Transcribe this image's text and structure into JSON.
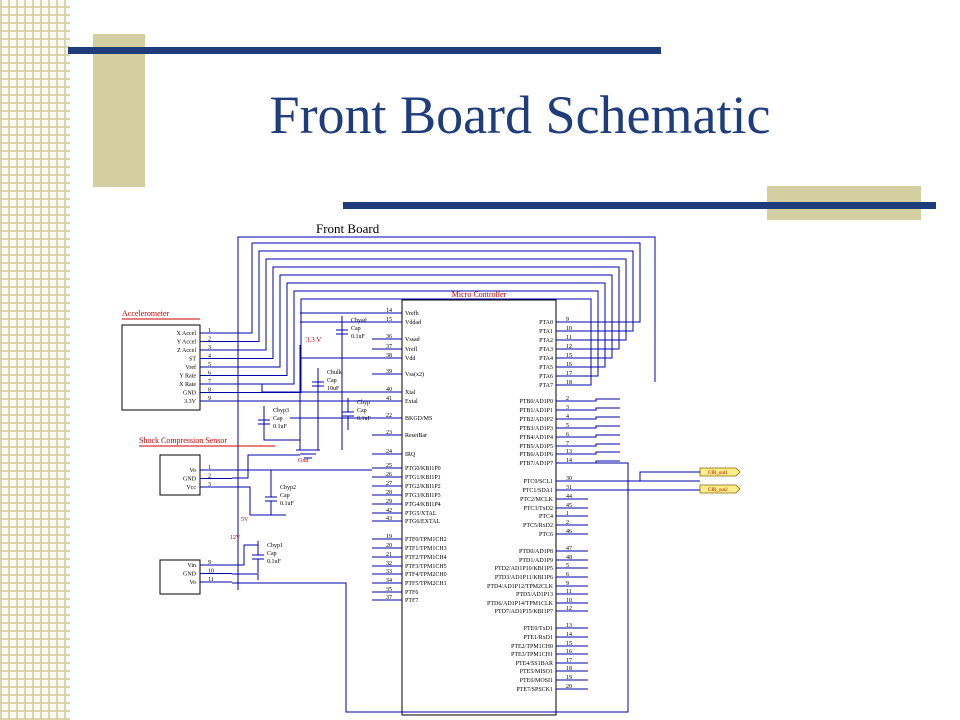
{
  "slide": {
    "title": "Front Board Schematic"
  },
  "schematic": {
    "board_label": "Front Board",
    "mcu": {
      "title": "Micro Controller",
      "left_pins": [
        {
          "name": "Vrefh",
          "num": "14"
        },
        {
          "name": "Vddad",
          "num": "15"
        },
        {
          "name": "Vssad",
          "num": "36"
        },
        {
          "name": "Vrefl",
          "num": "37"
        },
        {
          "name": "Vdd",
          "num": "38"
        },
        {
          "name": "Vss(x2)",
          "num": "39"
        },
        {
          "name": "Xtal",
          "num": "40"
        },
        {
          "name": "Extal",
          "num": "41"
        },
        {
          "name": "BKGD/MS",
          "num": "22"
        },
        {
          "name": "ResetBar",
          "num": "23"
        },
        {
          "name": "IRQ",
          "num": "24"
        },
        {
          "name": "PTG0/KBI1P0",
          "num": "25"
        },
        {
          "name": "PTG1/KBI1P1",
          "num": "26"
        },
        {
          "name": "PTG2/KBI1P2",
          "num": "27"
        },
        {
          "name": "PTG3/KBI1P3",
          "num": "28"
        },
        {
          "name": "PTG4/KBI1P4",
          "num": "29"
        },
        {
          "name": "PTG5/XTAL",
          "num": "42"
        },
        {
          "name": "PTG6/EXTAL",
          "num": "43"
        },
        {
          "name": "PTF0/TPM1CH2",
          "num": "19"
        },
        {
          "name": "PTF1/TPM1CH3",
          "num": "20"
        },
        {
          "name": "PTF2/TPM1CH4",
          "num": "21"
        },
        {
          "name": "PTF3/TPM1CH5",
          "num": "32"
        },
        {
          "name": "PTF4/TPM2CH0",
          "num": "33"
        },
        {
          "name": "PTF5/TPM2CH1",
          "num": "34"
        },
        {
          "name": "PTF6",
          "num": "35"
        },
        {
          "name": "PTF7",
          "num": "37"
        }
      ],
      "right_pins": [
        {
          "name": "PTA0",
          "num": "9"
        },
        {
          "name": "PTA1",
          "num": "10"
        },
        {
          "name": "PTA2",
          "num": "11"
        },
        {
          "name": "PTA3",
          "num": "12"
        },
        {
          "name": "PTA4",
          "num": "15"
        },
        {
          "name": "PTA5",
          "num": "16"
        },
        {
          "name": "PTA6",
          "num": "17"
        },
        {
          "name": "PTA7",
          "num": "18"
        },
        {
          "name": "PTB0/AD1P0",
          "num": "2"
        },
        {
          "name": "PTB1/AD1P1",
          "num": "3"
        },
        {
          "name": "PTB2/AD1P2",
          "num": "4"
        },
        {
          "name": "PTB3/AD1P3",
          "num": "5"
        },
        {
          "name": "PTB4/AD1P4",
          "num": "6"
        },
        {
          "name": "PTB5/AD1P5",
          "num": "7"
        },
        {
          "name": "PTB6/AD1P6",
          "num": "13"
        },
        {
          "name": "PTB7/AD1P7",
          "num": "14"
        },
        {
          "name": "PTC0/SCL1",
          "num": "30"
        },
        {
          "name": "PTC1/SDA1",
          "num": "31"
        },
        {
          "name": "PTC2/MCLK",
          "num": "44"
        },
        {
          "name": "PTC3/TxD2",
          "num": "45"
        },
        {
          "name": "PTC4",
          "num": "1"
        },
        {
          "name": "PTC5/RxD2",
          "num": "2"
        },
        {
          "name": "PTC6",
          "num": "46"
        },
        {
          "name": "PTD0/AD1P8",
          "num": "47"
        },
        {
          "name": "PTD1/AD1P9",
          "num": "48"
        },
        {
          "name": "PTD2/AD1P10/KBI1P5",
          "num": "5"
        },
        {
          "name": "PTD3/AD1P11/KBI1P6",
          "num": "6"
        },
        {
          "name": "PTD4/AD1P12/TPM2CLK",
          "num": "9"
        },
        {
          "name": "PTD5/AD1P13",
          "num": "11"
        },
        {
          "name": "PTD6/AD1P14/TPM1CLK",
          "num": "10"
        },
        {
          "name": "PTD7/AD1P15/KBI1P7",
          "num": "12"
        },
        {
          "name": "PTE0/TxD1",
          "num": "13"
        },
        {
          "name": "PTE1/RxD1",
          "num": "14"
        },
        {
          "name": "PTE2/TPM1CH0",
          "num": "15"
        },
        {
          "name": "PTE3/TPM1CH1",
          "num": "16"
        },
        {
          "name": "PTE4/SS1BAR",
          "num": "17"
        },
        {
          "name": "PTE5/MISO1",
          "num": "18"
        },
        {
          "name": "PTE6/MOSI1",
          "num": "19"
        },
        {
          "name": "PTE7/SPSCK1",
          "num": "20"
        }
      ]
    },
    "accelerometer": {
      "title": "Accelerometer",
      "pins": [
        {
          "name": "X Accel",
          "num": "1"
        },
        {
          "name": "Y Accel",
          "num": "2"
        },
        {
          "name": "Z Accel",
          "num": "3"
        },
        {
          "name": "ST",
          "num": "4"
        },
        {
          "name": "Vref",
          "num": "5"
        },
        {
          "name": "Y Rate",
          "num": "6"
        },
        {
          "name": "X Rate",
          "num": "7"
        },
        {
          "name": "GND",
          "num": "8"
        },
        {
          "name": "3.3V",
          "num": "9"
        }
      ]
    },
    "shock_sensor": {
      "title": "Shock Compression Sensor",
      "pins": [
        {
          "name": "Vo",
          "num": "1"
        },
        {
          "name": "GND",
          "num": "2"
        },
        {
          "name": "Vcc",
          "num": "3"
        }
      ]
    },
    "regulator": {
      "pins": [
        {
          "name": "Vin",
          "num": "9"
        },
        {
          "name": "GND",
          "num": "10"
        },
        {
          "name": "Vo",
          "num": "11"
        }
      ]
    },
    "capacitors": [
      {
        "name": "Cbyad",
        "type": "Cap",
        "value": "0.1uF"
      },
      {
        "name": "Cbulk",
        "type": "Cap",
        "value": "10uF"
      },
      {
        "name": "Cbyp",
        "type": "Cap",
        "value": "0.1uF"
      },
      {
        "name": "Cbyp3",
        "type": "Cap",
        "value": "0.1uF"
      },
      {
        "name": "Cbyp2",
        "type": "Cap",
        "value": "0.1uF"
      },
      {
        "name": "Cbyp1",
        "type": "Cap",
        "value": "0.1uF"
      }
    ],
    "rails": {
      "v33": "3.3 V",
      "gnd": "Gnd",
      "v5": "5V",
      "v12": "12V"
    },
    "connectors": [
      "CIR_out1",
      "CIR_out2"
    ]
  }
}
